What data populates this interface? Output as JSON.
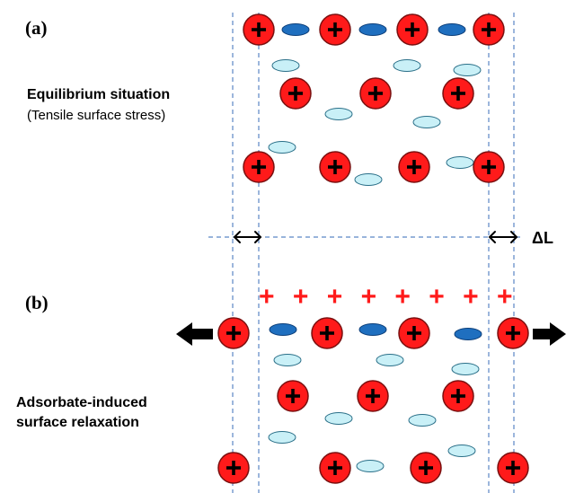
{
  "panel_a": {
    "label": "(a)",
    "caption_line1": "Equilibrium situation",
    "caption_line2": "(Tensile surface stress)"
  },
  "delta_label": "ΔL",
  "panel_b": {
    "label": "(b)",
    "plus_row": "+ + + + + + + +",
    "caption_line1": "Adsorbate-induced",
    "caption_line2": "surface relaxation"
  },
  "colors": {
    "ion_fill": "#ff1a1a",
    "adsorbate_dark": "#1f6fbf",
    "adsorbate_light": "#c9f0f7",
    "guide_line": "#5b86c5"
  },
  "icons": {
    "ion": "plus-in-circle",
    "adsorbate": "ellipse",
    "expansion_arrows": "arrow-left / arrow-right"
  }
}
